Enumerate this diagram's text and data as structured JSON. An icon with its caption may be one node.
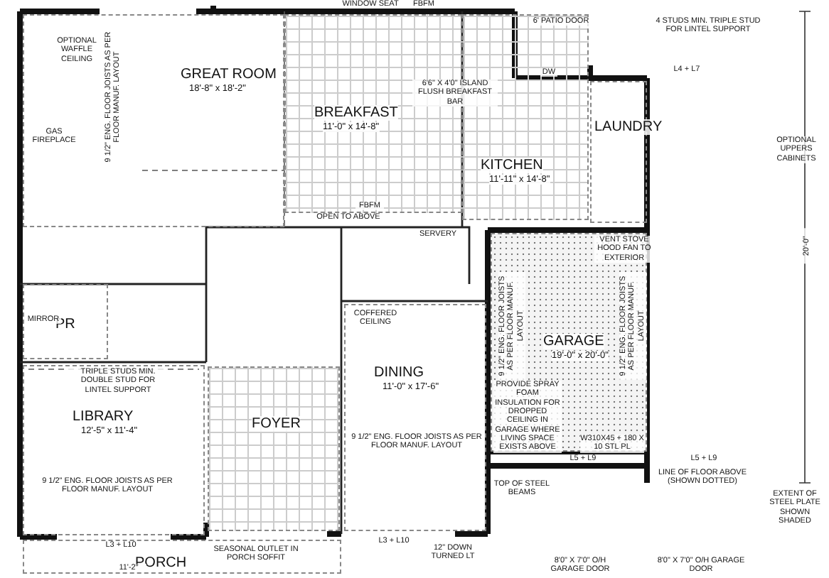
{
  "diagram": {
    "nodes": [
      {
        "text": [
          "GREAT ROOM",
          "18'-8\" x 18'-2\""
        ]
      },
      {
        "text": [
          "BREAKFAST",
          "11'-0\" x 14'-8\""
        ]
      },
      {
        "text": [
          "KITCHEN",
          "11'-11\" x 14'-8\""
        ]
      },
      {
        "text": [
          "LAUNDRY"
        ]
      },
      {
        "text": [
          "PR"
        ]
      },
      {
        "text": [
          "GARAGE",
          "19'-0\" x 20'-0\""
        ]
      },
      {
        "text": [
          "DINING",
          "11'-0\" x 17'-6\""
        ]
      },
      {
        "text": [
          "LIBRARY",
          "12'-5\" x 11'-4\""
        ]
      },
      {
        "text": [
          "FOYER"
        ]
      },
      {
        "text": [
          "PORCH"
        ]
      }
    ],
    "labels": [
      "WINDOW SEAT",
      "FBFM",
      "6' PATIO DOOR",
      "4 STUDS MIN. TRIPLE STUD FOR LINTEL SUPPORT",
      "OPTIONAL WAFFLE CEILING",
      "GAS FIREPLACE",
      "9 1/2\" ENG. FLOOR JOISTS AS PER FLOOR MANUF. LAYOUT",
      "6'6\" X 4'0\" ISLAND FLUSH BREAKFAST BAR",
      "DW",
      "OPEN TO ABOVE",
      "OPTIONAL UPPERS CABINETS",
      "VENT STOVE HOOD FAN TO EXTERIOR",
      "COFFERED CEILING",
      "9 1/2\" ENG. FLOOR JOISTS AS PER FLOOR MANUF. LAYOUT",
      "TRIPLE STUDS MIN. DOUBLE STUD FOR LINTEL SUPPORT",
      "9 1/2\" ENG. FLOOR JOISTS AS PER FLOOR MANUF. LAYOUT",
      "PROVIDE SPRAY FOAM INSULATION FOR DROPPED CEILING IN GARAGE WHERE LIVING SPACE EXISTS ABOVE",
      "W310X45 + 180 X 10 STL PL",
      "LINE OF FLOOR ABOVE (SHOWN DOTTED)",
      "EXTENT OF STEEL PLATE SHOWN SHADED",
      "TOP OF STEEL BEAMS",
      "8'0\" X 7'0\" O/H GARAGE DOOR",
      "8'0\" X 7'0\" O/H GARAGE DOOR",
      "SEASONAL OUTLET IN PORCH SOFFIT",
      "12\" DOWN TURNED LT",
      "L3 + L10",
      "L3 + L10",
      "L5 + L9",
      "L5 + L9",
      "L4 + L7",
      "11'-2\"",
      "20'-0\"",
      "FBFM",
      "SERVERY",
      "9 1/2\" ENG. FLOOR JOISTS AS PER FLOOR MANUF. LAYOUT",
      "9 1/2\" ENG. FLOOR JOISTS AS PER FLOOR MANUF. LAYOUT",
      "MIRROR"
    ]
  }
}
